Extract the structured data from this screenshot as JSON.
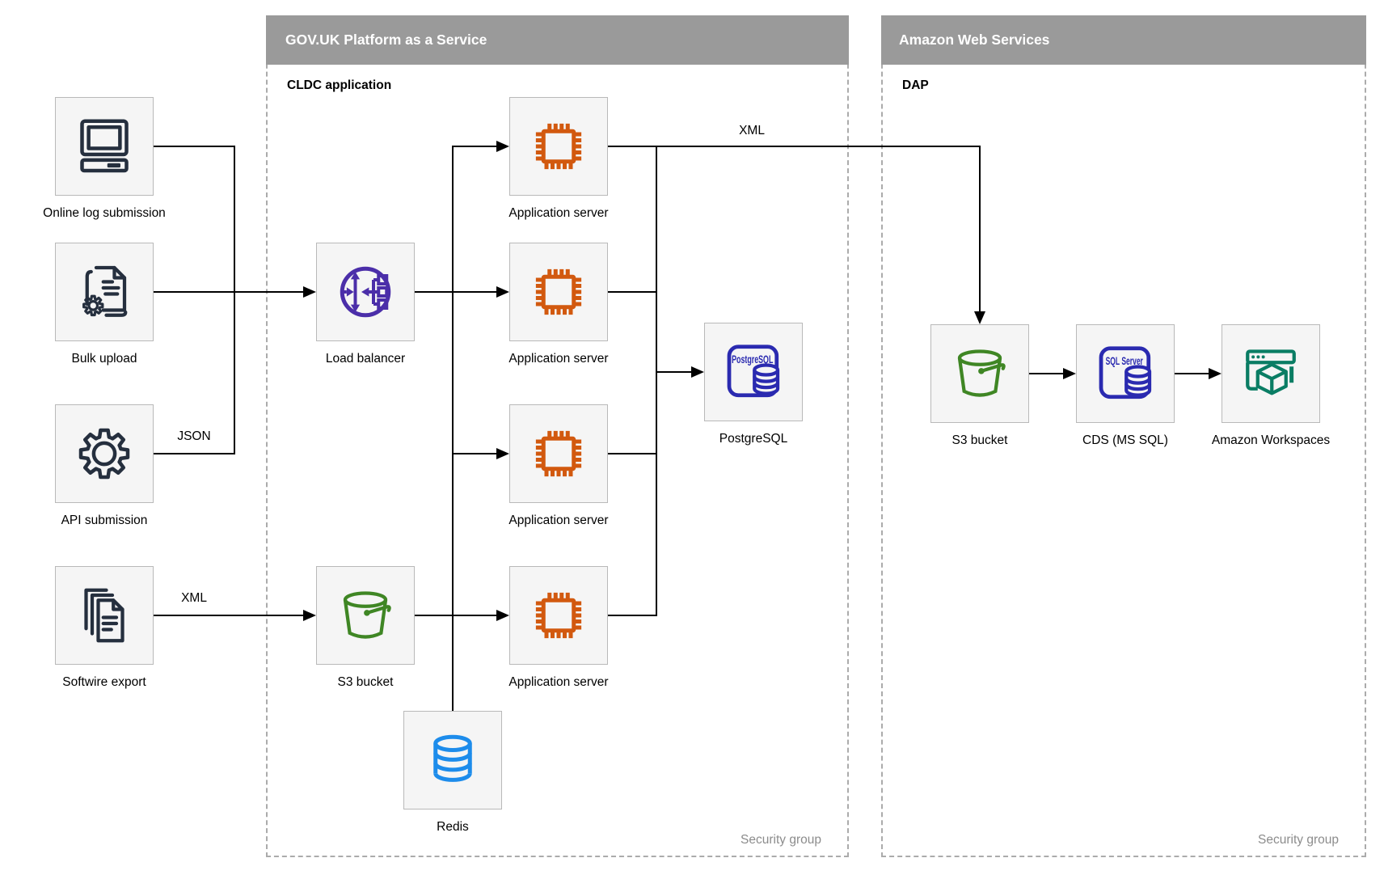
{
  "diagram": {
    "sources": [
      {
        "label": "Online log submission",
        "icon": "desktop-computer-icon"
      },
      {
        "label": "Bulk upload",
        "icon": "document-gear-icon"
      },
      {
        "label": "API submission",
        "icon": "gear-icon"
      },
      {
        "label": "Softwire export",
        "icon": "document-stack-icon"
      }
    ],
    "edge_labels": {
      "json": "JSON",
      "xml_left": "XML",
      "xml_top": "XML"
    },
    "paas": {
      "title": "GOV.UK Platform as a Service",
      "subtitle": "CLDC application",
      "security_label": "Security group",
      "load_balancer": {
        "label": "Load balancer"
      },
      "app_servers": [
        {
          "label": "Application server"
        },
        {
          "label": "Application server"
        },
        {
          "label": "Application server"
        },
        {
          "label": "Application server"
        }
      ],
      "postgres": {
        "label": "PostgreSQL",
        "icon_text": "PostgreSQL"
      },
      "s3": {
        "label": "S3 bucket"
      },
      "redis": {
        "label": "Redis"
      }
    },
    "aws": {
      "title": "Amazon Web Services",
      "subtitle": "DAP",
      "security_label": "Security group",
      "s3": {
        "label": "S3 bucket"
      },
      "cds": {
        "label": "CDS (MS SQL)",
        "icon_text": "SQL Server"
      },
      "workspaces": {
        "label": "Amazon Workspaces"
      }
    },
    "colors": {
      "header_bg": "#9a9a9a",
      "node_bg": "#f5f5f5",
      "node_border": "#b9b9b9",
      "navy": "#252f3e",
      "purple": "#4b2ea9",
      "orange": "#d2590f",
      "database_blue": "#2a2ab0",
      "green": "#3f8624",
      "redis_blue": "#1d8ceb",
      "teal": "#0a7d64",
      "line": "#000000",
      "security_text": "#8c8c8c"
    }
  }
}
